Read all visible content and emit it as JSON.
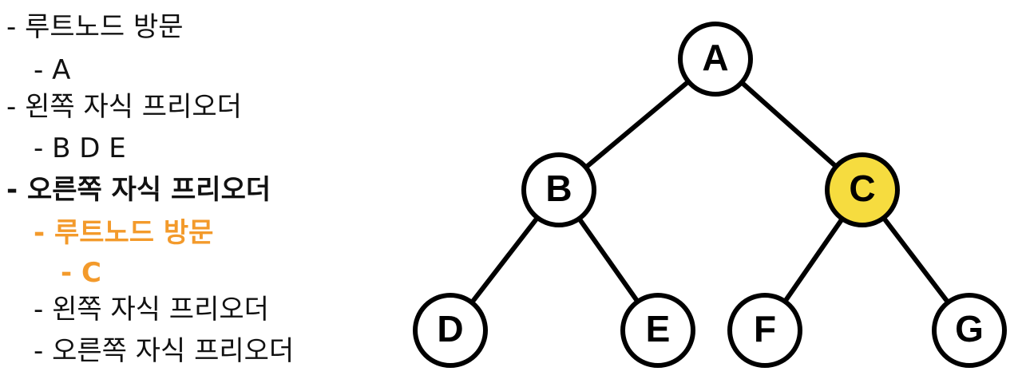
{
  "colors": {
    "text": "#111111",
    "highlight_text": "#F39A2B",
    "highlight_node": "#F6DC3F",
    "node_fill": "#ffffff",
    "stroke": "#000000"
  },
  "steps": [
    {
      "text": "- 루트노드 방문",
      "style": "normal"
    },
    {
      "text": "- A",
      "style": "normal"
    },
    {
      "text": "- 왼쪽 자식 프리오더",
      "style": "normal"
    },
    {
      "text": "- B D E",
      "style": "normal"
    },
    {
      "text": "- 오른쪽 자식 프리오더",
      "style": "bold"
    },
    {
      "text": "- 루트노드 방문",
      "style": "highlight"
    },
    {
      "text": "- C",
      "style": "highlight"
    },
    {
      "text": "- 왼쪽 자식 프리오더",
      "style": "normal"
    },
    {
      "text": "- 오른쪽 자식 프리오더",
      "style": "normal"
    }
  ],
  "tree": {
    "nodes": [
      {
        "id": "A",
        "label": "A",
        "highlighted": false
      },
      {
        "id": "B",
        "label": "B",
        "highlighted": false
      },
      {
        "id": "C",
        "label": "C",
        "highlighted": true
      },
      {
        "id": "D",
        "label": "D",
        "highlighted": false
      },
      {
        "id": "E",
        "label": "E",
        "highlighted": false
      },
      {
        "id": "F",
        "label": "F",
        "highlighted": false
      },
      {
        "id": "G",
        "label": "G",
        "highlighted": false
      }
    ],
    "edges": [
      {
        "from": "A",
        "to": "B"
      },
      {
        "from": "A",
        "to": "C"
      },
      {
        "from": "B",
        "to": "D"
      },
      {
        "from": "B",
        "to": "E"
      },
      {
        "from": "C",
        "to": "F"
      },
      {
        "from": "C",
        "to": "G"
      }
    ]
  }
}
